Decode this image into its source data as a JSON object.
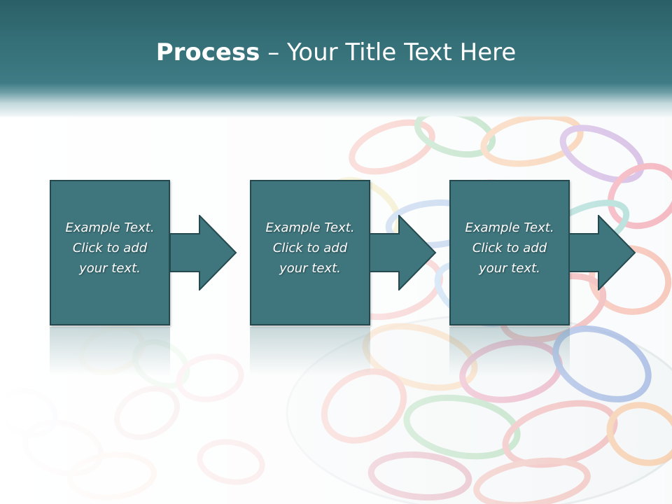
{
  "slide": {
    "title_bold": "Process",
    "title_rest": " – Your Title Text Here",
    "steps": [
      {
        "text": "Example Text.\nClick  to add\nyour text."
      },
      {
        "text": "Example Text.\nClick  to add\nyour text."
      },
      {
        "text": "Example Text.\nClick  to add\nyour text."
      }
    ]
  },
  "colors": {
    "header": "#356f77",
    "box_fill": "#3f767e",
    "box_border": "#244a50",
    "text": "#ffffff"
  },
  "background_image": "rubber-bands-photo"
}
